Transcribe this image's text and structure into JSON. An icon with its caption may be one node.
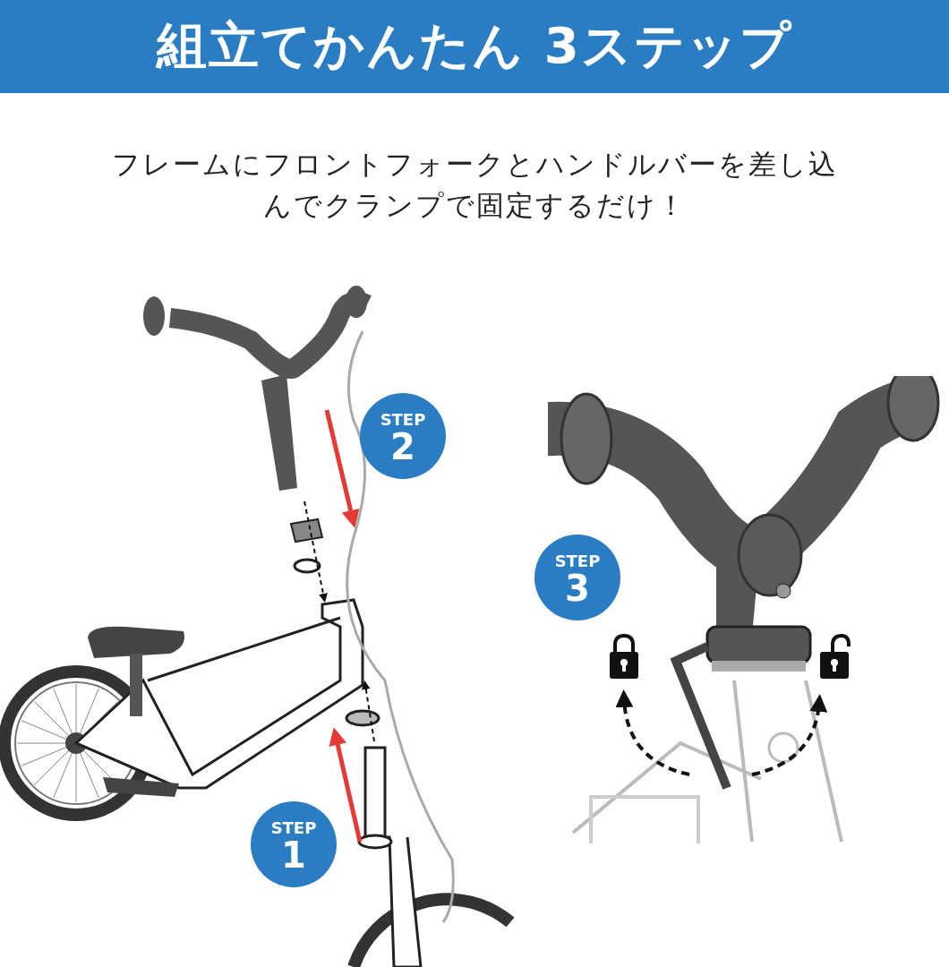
{
  "diagram": {
    "title": "組立てかんたん 3ステップ",
    "nodes": [
      {
        "text": [
          "STEP",
          "2"
        ]
      },
      {
        "text": [
          "STEP",
          "3"
        ]
      },
      {
        "text": [
          "STEP",
          "1"
        ]
      }
    ],
    "labels": [
      "フレームにフロントフォークとハンドルバーを差し込んでクランプで固定するだけ！"
    ]
  }
}
